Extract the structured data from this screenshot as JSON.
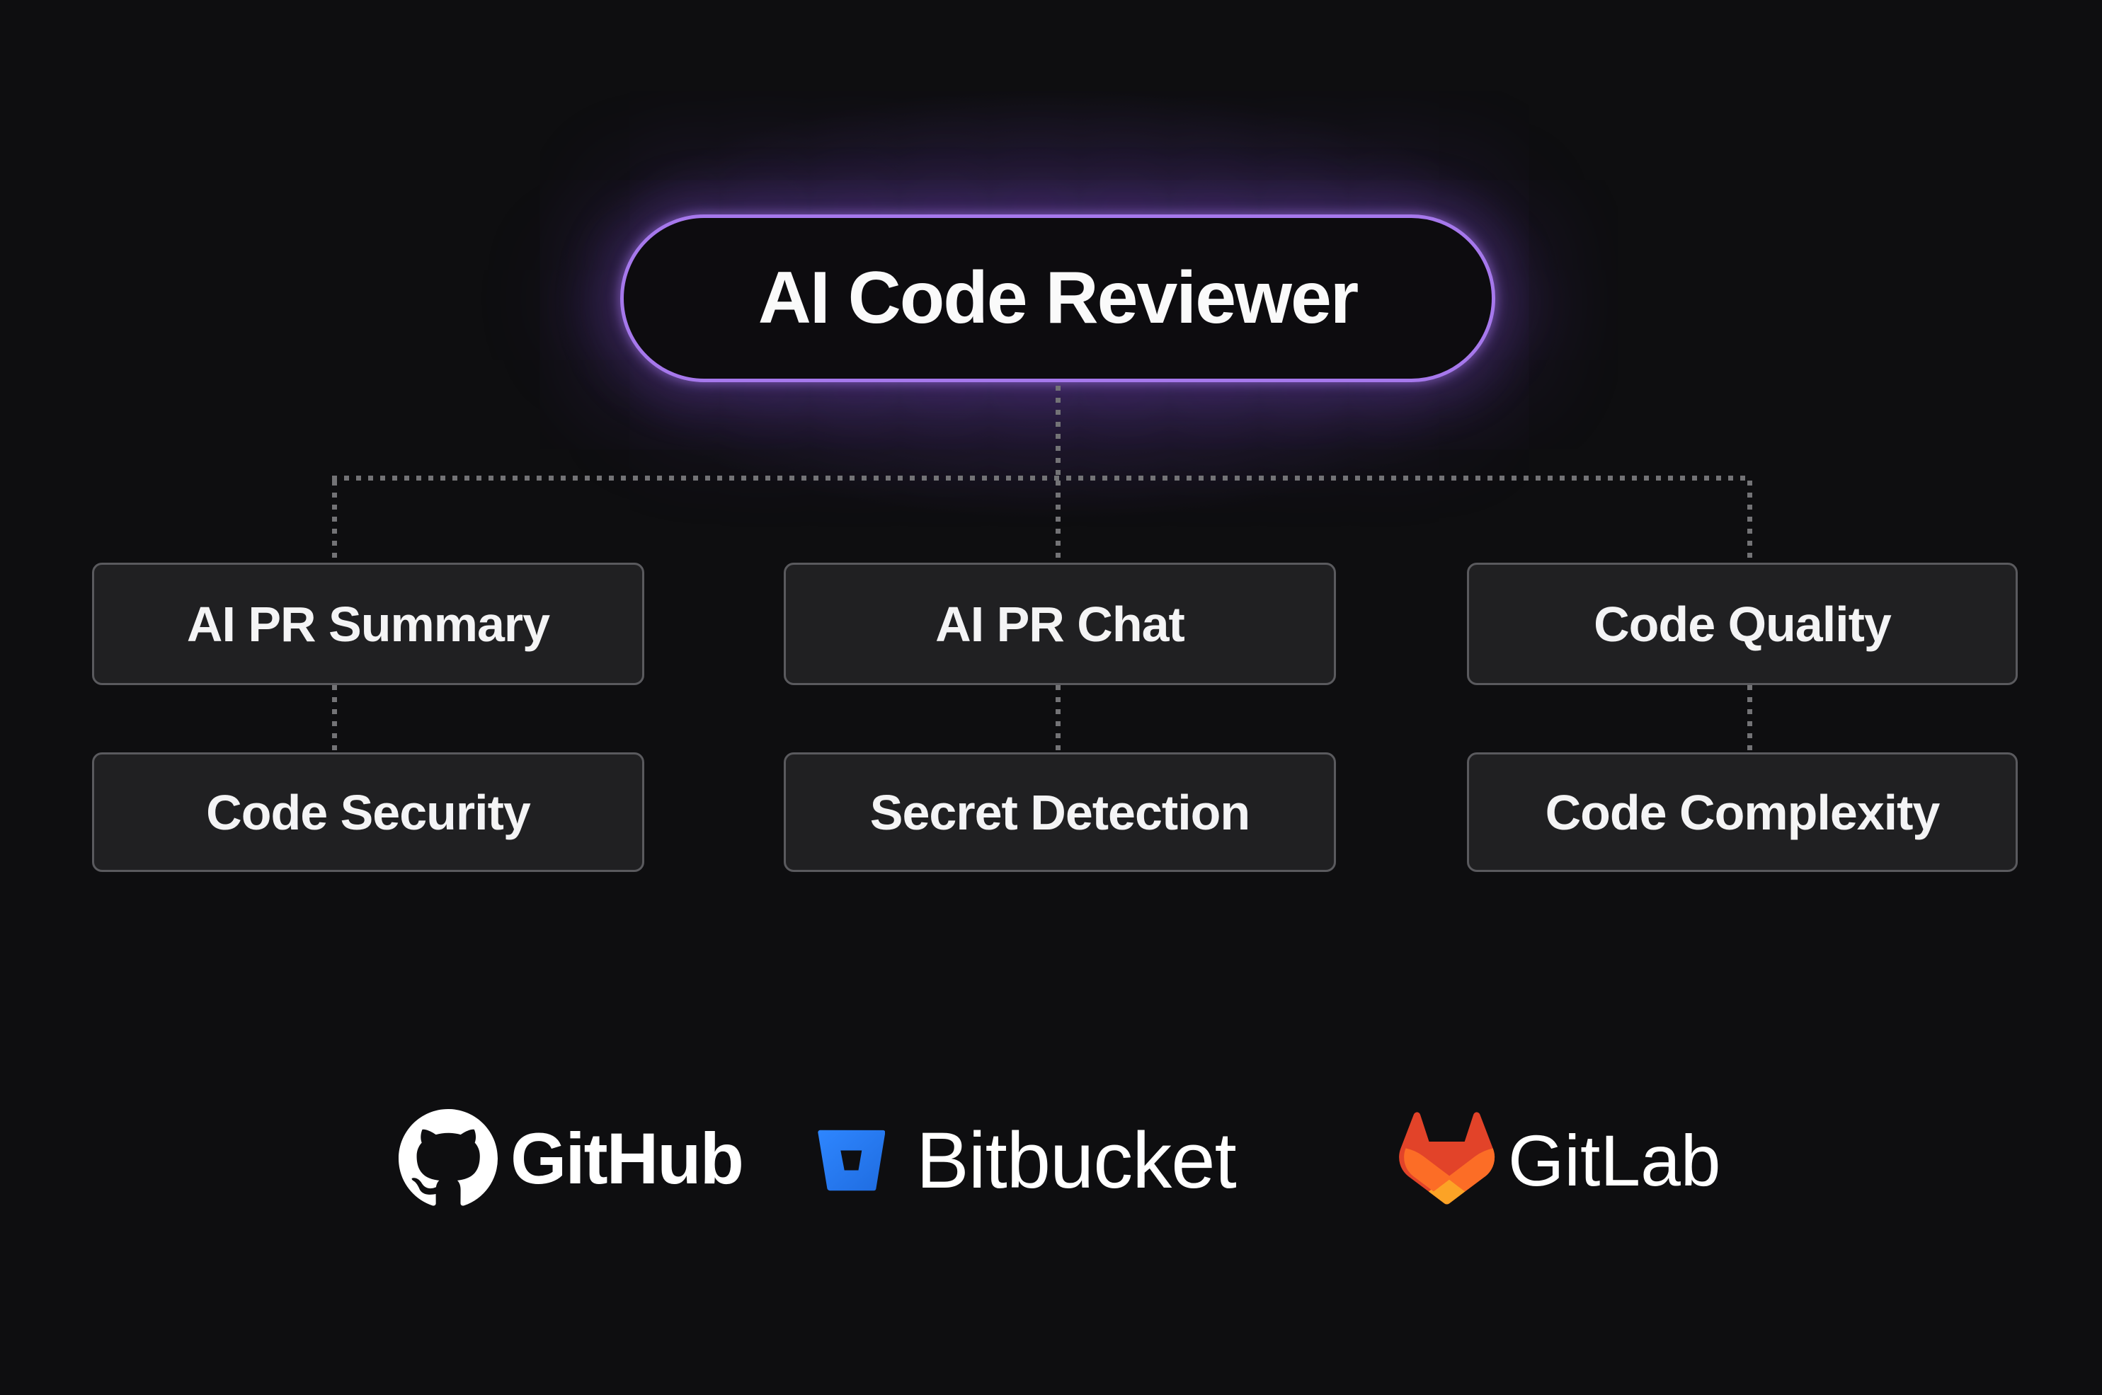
{
  "diagram": {
    "root": {
      "label": "AI Code Reviewer"
    },
    "nodes": {
      "row1": [
        "AI PR Summary",
        "AI PR Chat",
        "Code Quality"
      ],
      "row2": [
        "Code Security",
        "Secret Detection",
        "Code Complexity"
      ]
    }
  },
  "integrations": {
    "github": "GitHub",
    "bitbucket": "Bitbucket",
    "gitlab": "GitLab"
  },
  "colors": {
    "background": "#0e0e10",
    "accent_purple": "#a678ec",
    "glow_purple": "#8b56e8",
    "node_fill": "#202022",
    "node_border": "#5a5a5e",
    "node_text": "#f4f4f5",
    "connector_dot": "#737376",
    "bitbucket_blue": "#2684ff",
    "gitlab_red": "#e24329",
    "gitlab_orange": "#fc6d26",
    "gitlab_amber": "#fca326",
    "logo_text": "#ffffff"
  }
}
